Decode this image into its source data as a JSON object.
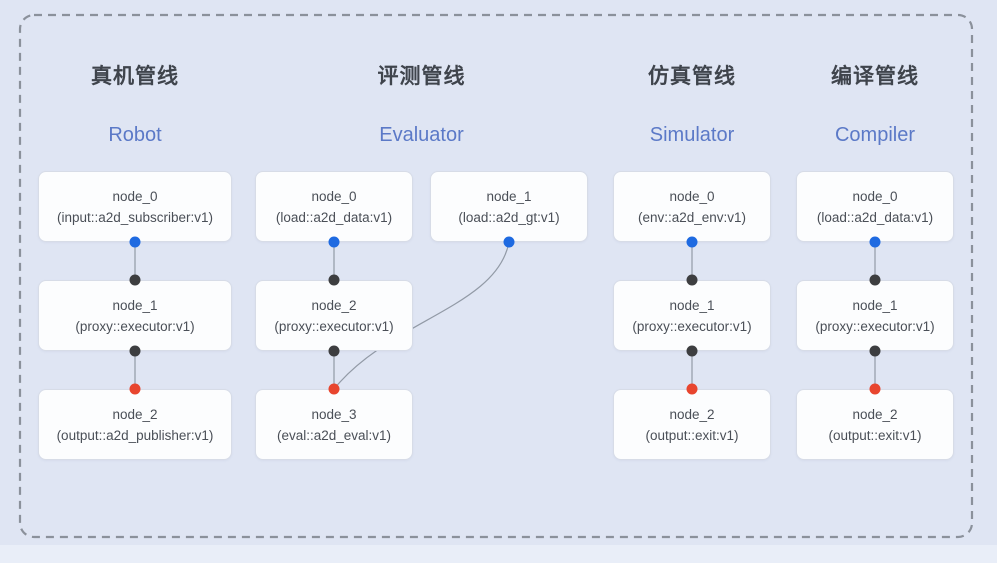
{
  "colors": {
    "background": "#dfe5f3",
    "frame_dash": "#8b919b",
    "box_fill": "#fcfdfe",
    "box_border": "#d7dce7",
    "title_zh_color": "#3f444c",
    "title_en_color": "#5b79c7",
    "node_text_color": "#4a4f57",
    "dot_blue": "#1e6ae1",
    "dot_black": "#3d3e40",
    "dot_red": "#e8452e",
    "connector": "#929aa6"
  },
  "pipelines": [
    {
      "title_zh": "真机管线",
      "title_en": "Robot",
      "nodes": [
        {
          "name": "node_0",
          "type": "(input::a2d_subscriber:v1)"
        },
        {
          "name": "node_1",
          "type": "(proxy::executor:v1)"
        },
        {
          "name": "node_2",
          "type": "(output::a2d_publisher:v1)"
        }
      ]
    },
    {
      "title_zh": "评测管线",
      "title_en": "Evaluator",
      "nodes": [
        {
          "name": "node_0",
          "type": "(load::a2d_data:v1)"
        },
        {
          "name": "node_1",
          "type": "(load::a2d_gt:v1)"
        },
        {
          "name": "node_2",
          "type": "(proxy::executor:v1)"
        },
        {
          "name": "node_3",
          "type": "(eval::a2d_eval:v1)"
        }
      ]
    },
    {
      "title_zh": "仿真管线",
      "title_en": "Simulator",
      "nodes": [
        {
          "name": "node_0",
          "type": "(env::a2d_env:v1)"
        },
        {
          "name": "node_1",
          "type": "(proxy::executor:v1)"
        },
        {
          "name": "node_2",
          "type": "(output::exit:v1)"
        }
      ]
    },
    {
      "title_zh": "编译管线",
      "title_en": "Compiler",
      "nodes": [
        {
          "name": "node_0",
          "type": "(load::a2d_data:v1)"
        },
        {
          "name": "node_1",
          "type": "(proxy::executor:v1)"
        },
        {
          "name": "node_2",
          "type": "(output::exit:v1)"
        }
      ]
    }
  ]
}
